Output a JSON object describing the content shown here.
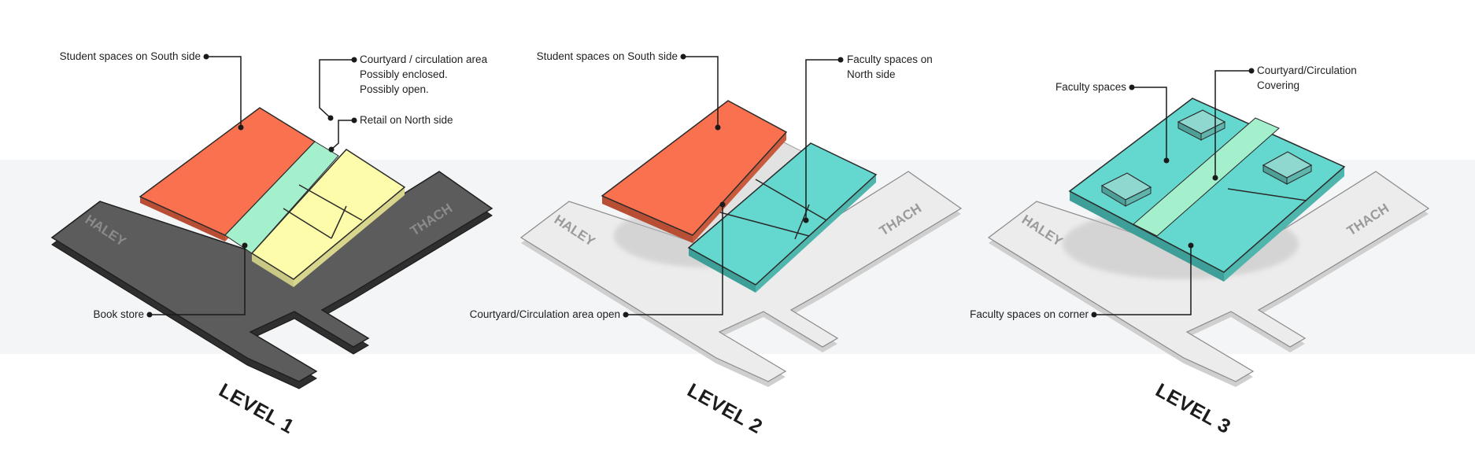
{
  "colors": {
    "band": "#f4f5f6",
    "student": "#f9714f",
    "courtyard": "#a4efcc",
    "retail": "#fdfcaa",
    "faculty": "#64d7cf",
    "faculty_roof": "#8ed8cf",
    "base_dark": "#5c5c5c",
    "base_light": "#ececec"
  },
  "levels": [
    {
      "title": "LEVEL 1",
      "streets": [
        "HALEY",
        "THACH"
      ],
      "callouts": {
        "student": "Student spaces on South side",
        "courtyard": [
          "Courtyard / circulation area",
          "Possibly enclosed.",
          "Possibly open."
        ],
        "retail": "Retail on North side",
        "bookstore": "Book store"
      }
    },
    {
      "title": "LEVEL 2",
      "streets": [
        "HALEY",
        "THACH"
      ],
      "callouts": {
        "student": "Student spaces on South side",
        "faculty": [
          "Faculty spaces on",
          "North side"
        ],
        "courtyard": "Courtyard/Circulation area open"
      }
    },
    {
      "title": "LEVEL 3",
      "streets": [
        "HALEY",
        "THACH"
      ],
      "callouts": {
        "faculty": "Faculty spaces",
        "covering": [
          "Courtyard/Circulation",
          "Covering"
        ],
        "corner": "Faculty spaces on corner"
      }
    }
  ]
}
